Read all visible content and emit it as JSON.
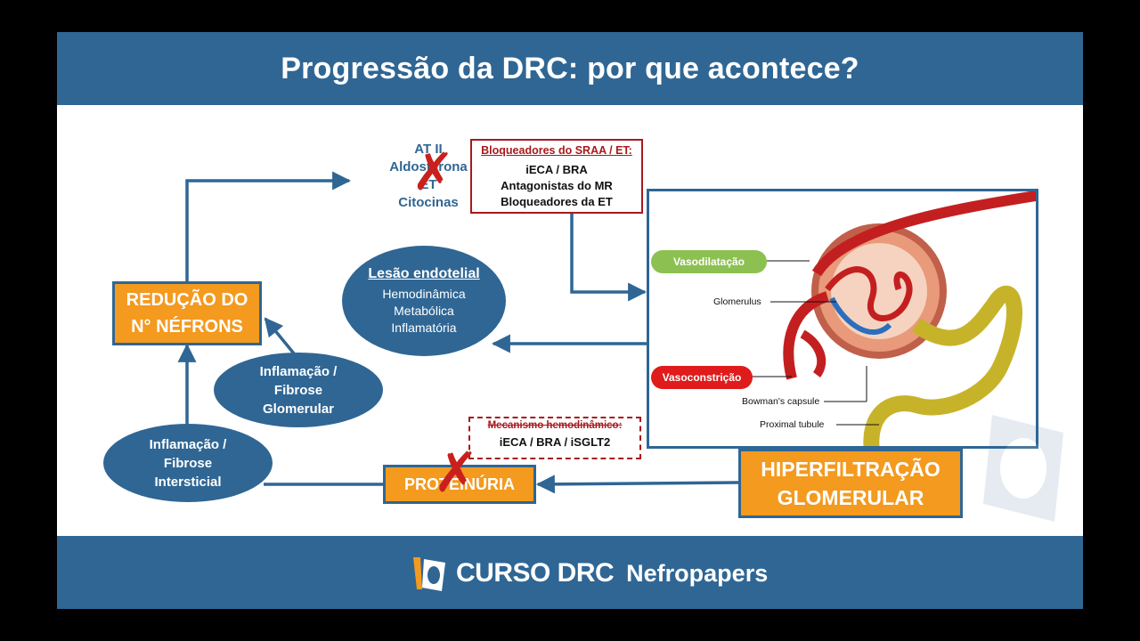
{
  "title": "Progressão da DRC: por que acontece?",
  "boxes": {
    "reducao": [
      "REDUÇÃO DO",
      "N° NÉFRONS"
    ],
    "hiperfiltracao": [
      "HIPERFILTRAÇÃO",
      "GLOMERULAR"
    ],
    "proteinuria": "PROTEINÚRIA"
  },
  "ellipses": {
    "lesao": {
      "title": "Lesão endotelial",
      "items": [
        "Hemodinâmica",
        "Metabólica",
        "Inflamatória"
      ]
    },
    "glomerular": [
      "Inflamação /",
      "Fibrose",
      "Glomerular"
    ],
    "intersticial": [
      "Inflamação /",
      "Fibrose",
      "Intersticial"
    ]
  },
  "mediators": [
    "AT II",
    "Aldosterona",
    "ET",
    "Citocinas"
  ],
  "blockers_srraa": {
    "title": "Bloqueadores do SRAA / ET:",
    "items": [
      "iECA / BRA",
      "Antagonistas do MR",
      "Bloqueadores da ET"
    ]
  },
  "blockers_hemo": {
    "title": "Mecanismo hemodinâmico:",
    "items": [
      "iECA / BRA / iSGLT2"
    ]
  },
  "illustration": {
    "vasodilatacao": "Vasodilatação",
    "vasoconstricao": "Vasoconstrição",
    "glomerulus": "Glomerulus",
    "bowman": "Bowman's capsule",
    "proximal": "Proximal tubule"
  },
  "footer": {
    "brand": "CURSO DRC",
    "brand2": "Nefropapers"
  },
  "colors": {
    "blue": "#2f6694",
    "orange": "#f39a1f",
    "red": "#a8191d",
    "green": "#8cc152"
  }
}
